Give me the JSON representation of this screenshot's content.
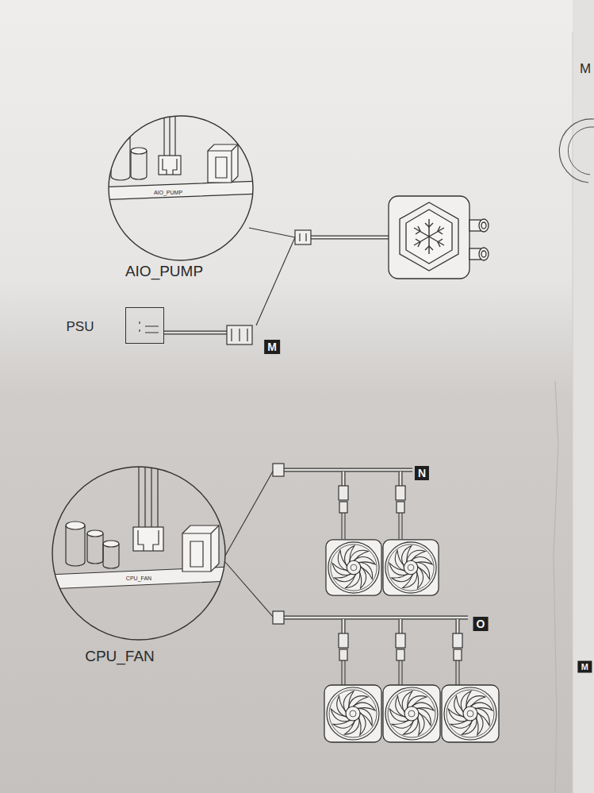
{
  "diagram": {
    "nodes": [
      {
        "text": [
          "AIO_PUMP",
          "AIO_PUMP"
        ]
      },
      {
        "text": [
          "PSU"
        ]
      },
      {
        "text": [
          "CPU_FAN",
          "CPU_FAN"
        ]
      }
    ],
    "labels": [
      "M",
      "M",
      "N",
      "O",
      "M"
    ]
  }
}
